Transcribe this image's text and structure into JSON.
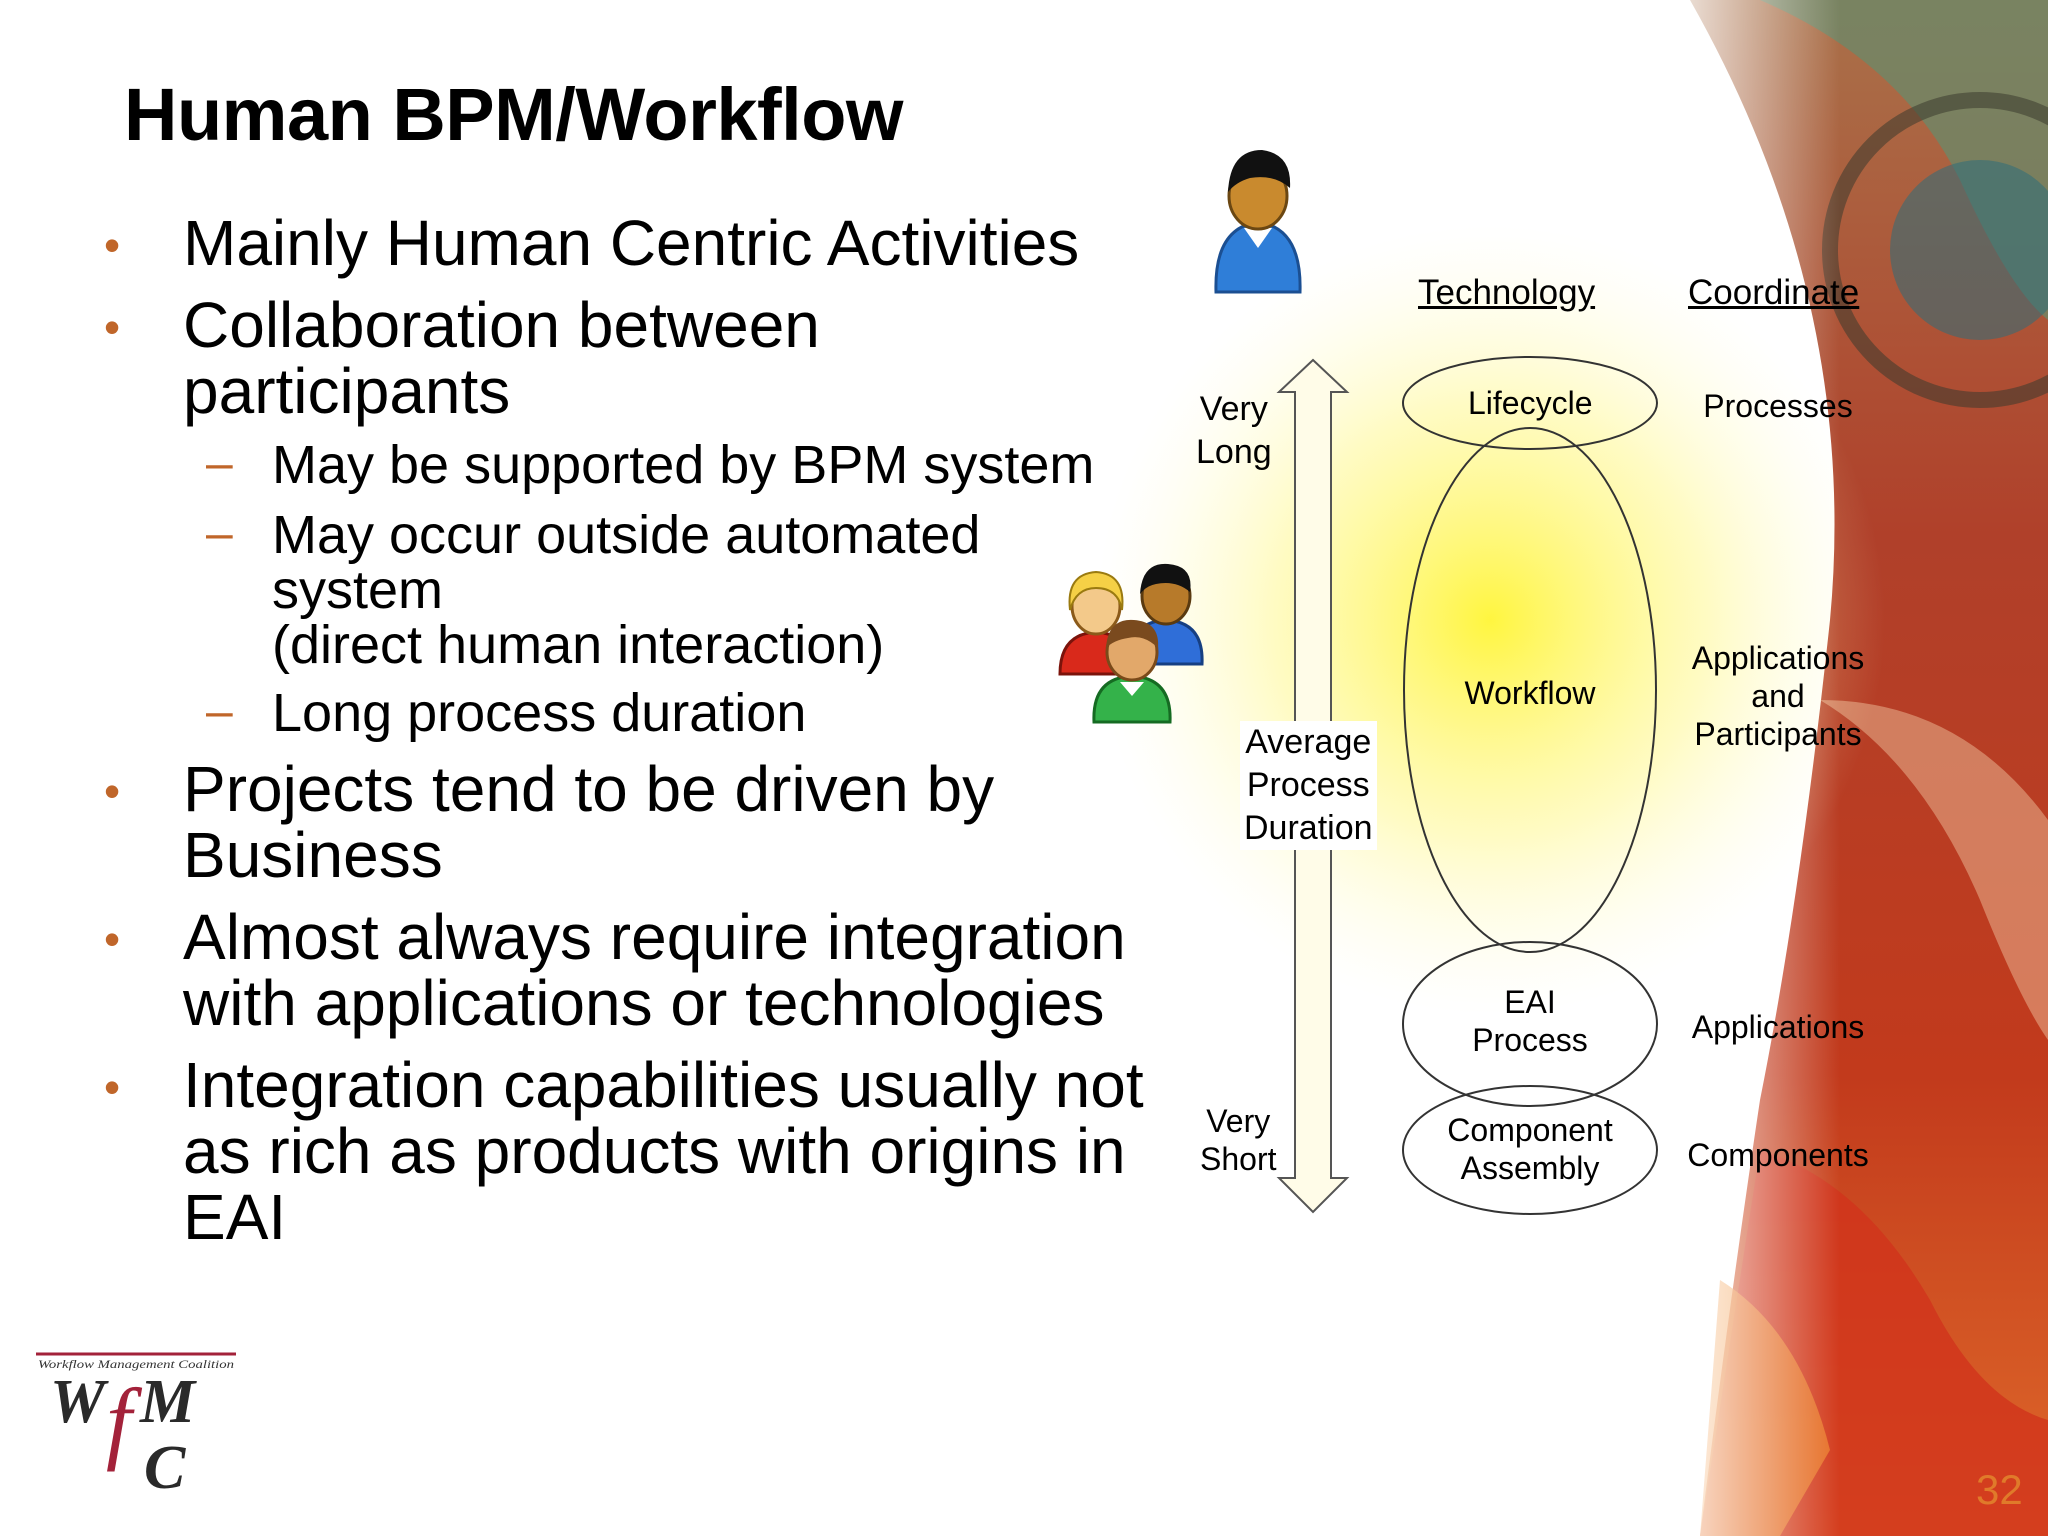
{
  "slide": {
    "title": "Human BPM/Workflow",
    "page_number": "32"
  },
  "bullets": [
    {
      "lines": [
        "Mainly Human Centric Activities"
      ]
    },
    {
      "lines": [
        "Collaboration between",
        "participants"
      ]
    },
    {
      "lines": [
        "Projects tend to be driven by",
        "Business"
      ]
    },
    {
      "lines": [
        "Almost always require integration",
        "with applications or technologies"
      ]
    },
    {
      "lines": [
        "Integration capabilities usually not",
        "as rich as products with origins in",
        "EAI"
      ]
    }
  ],
  "sub_bullets": [
    {
      "lines": [
        "May be supported by BPM system"
      ]
    },
    {
      "lines": [
        "May occur outside automated",
        "system",
        "(direct human interaction)"
      ]
    },
    {
      "lines": [
        "Long process duration"
      ]
    }
  ],
  "diagram": {
    "headers": {
      "technology": "Technology",
      "coordinate": "Coordinate"
    },
    "axis": {
      "top": [
        "Very",
        "Long"
      ],
      "middle": [
        "Average",
        "Process",
        "Duration"
      ],
      "bottom": [
        "Very",
        "Short"
      ]
    },
    "technologies": [
      {
        "lines": [
          "Lifecycle"
        ]
      },
      {
        "lines": [
          "Workflow"
        ]
      },
      {
        "lines": [
          "EAI",
          "Process"
        ]
      },
      {
        "lines": [
          "Component",
          "Assembly"
        ]
      }
    ],
    "coordinates": [
      {
        "lines": [
          "Processes"
        ]
      },
      {
        "lines": [
          "Applications",
          "and",
          "Participants"
        ]
      },
      {
        "lines": [
          "Applications"
        ]
      },
      {
        "lines": [
          "Components"
        ]
      }
    ]
  },
  "icons": {
    "single_user": "single-user-icon",
    "user_group": "user-group-icon",
    "logo": "wfmc-logo"
  },
  "logo": {
    "banner": "Workflow Management Coalition",
    "letters": "WfMC"
  },
  "colors": {
    "bullet": "#c0662a",
    "page_number": "#e07a2a",
    "highlight": "#fff58a"
  }
}
